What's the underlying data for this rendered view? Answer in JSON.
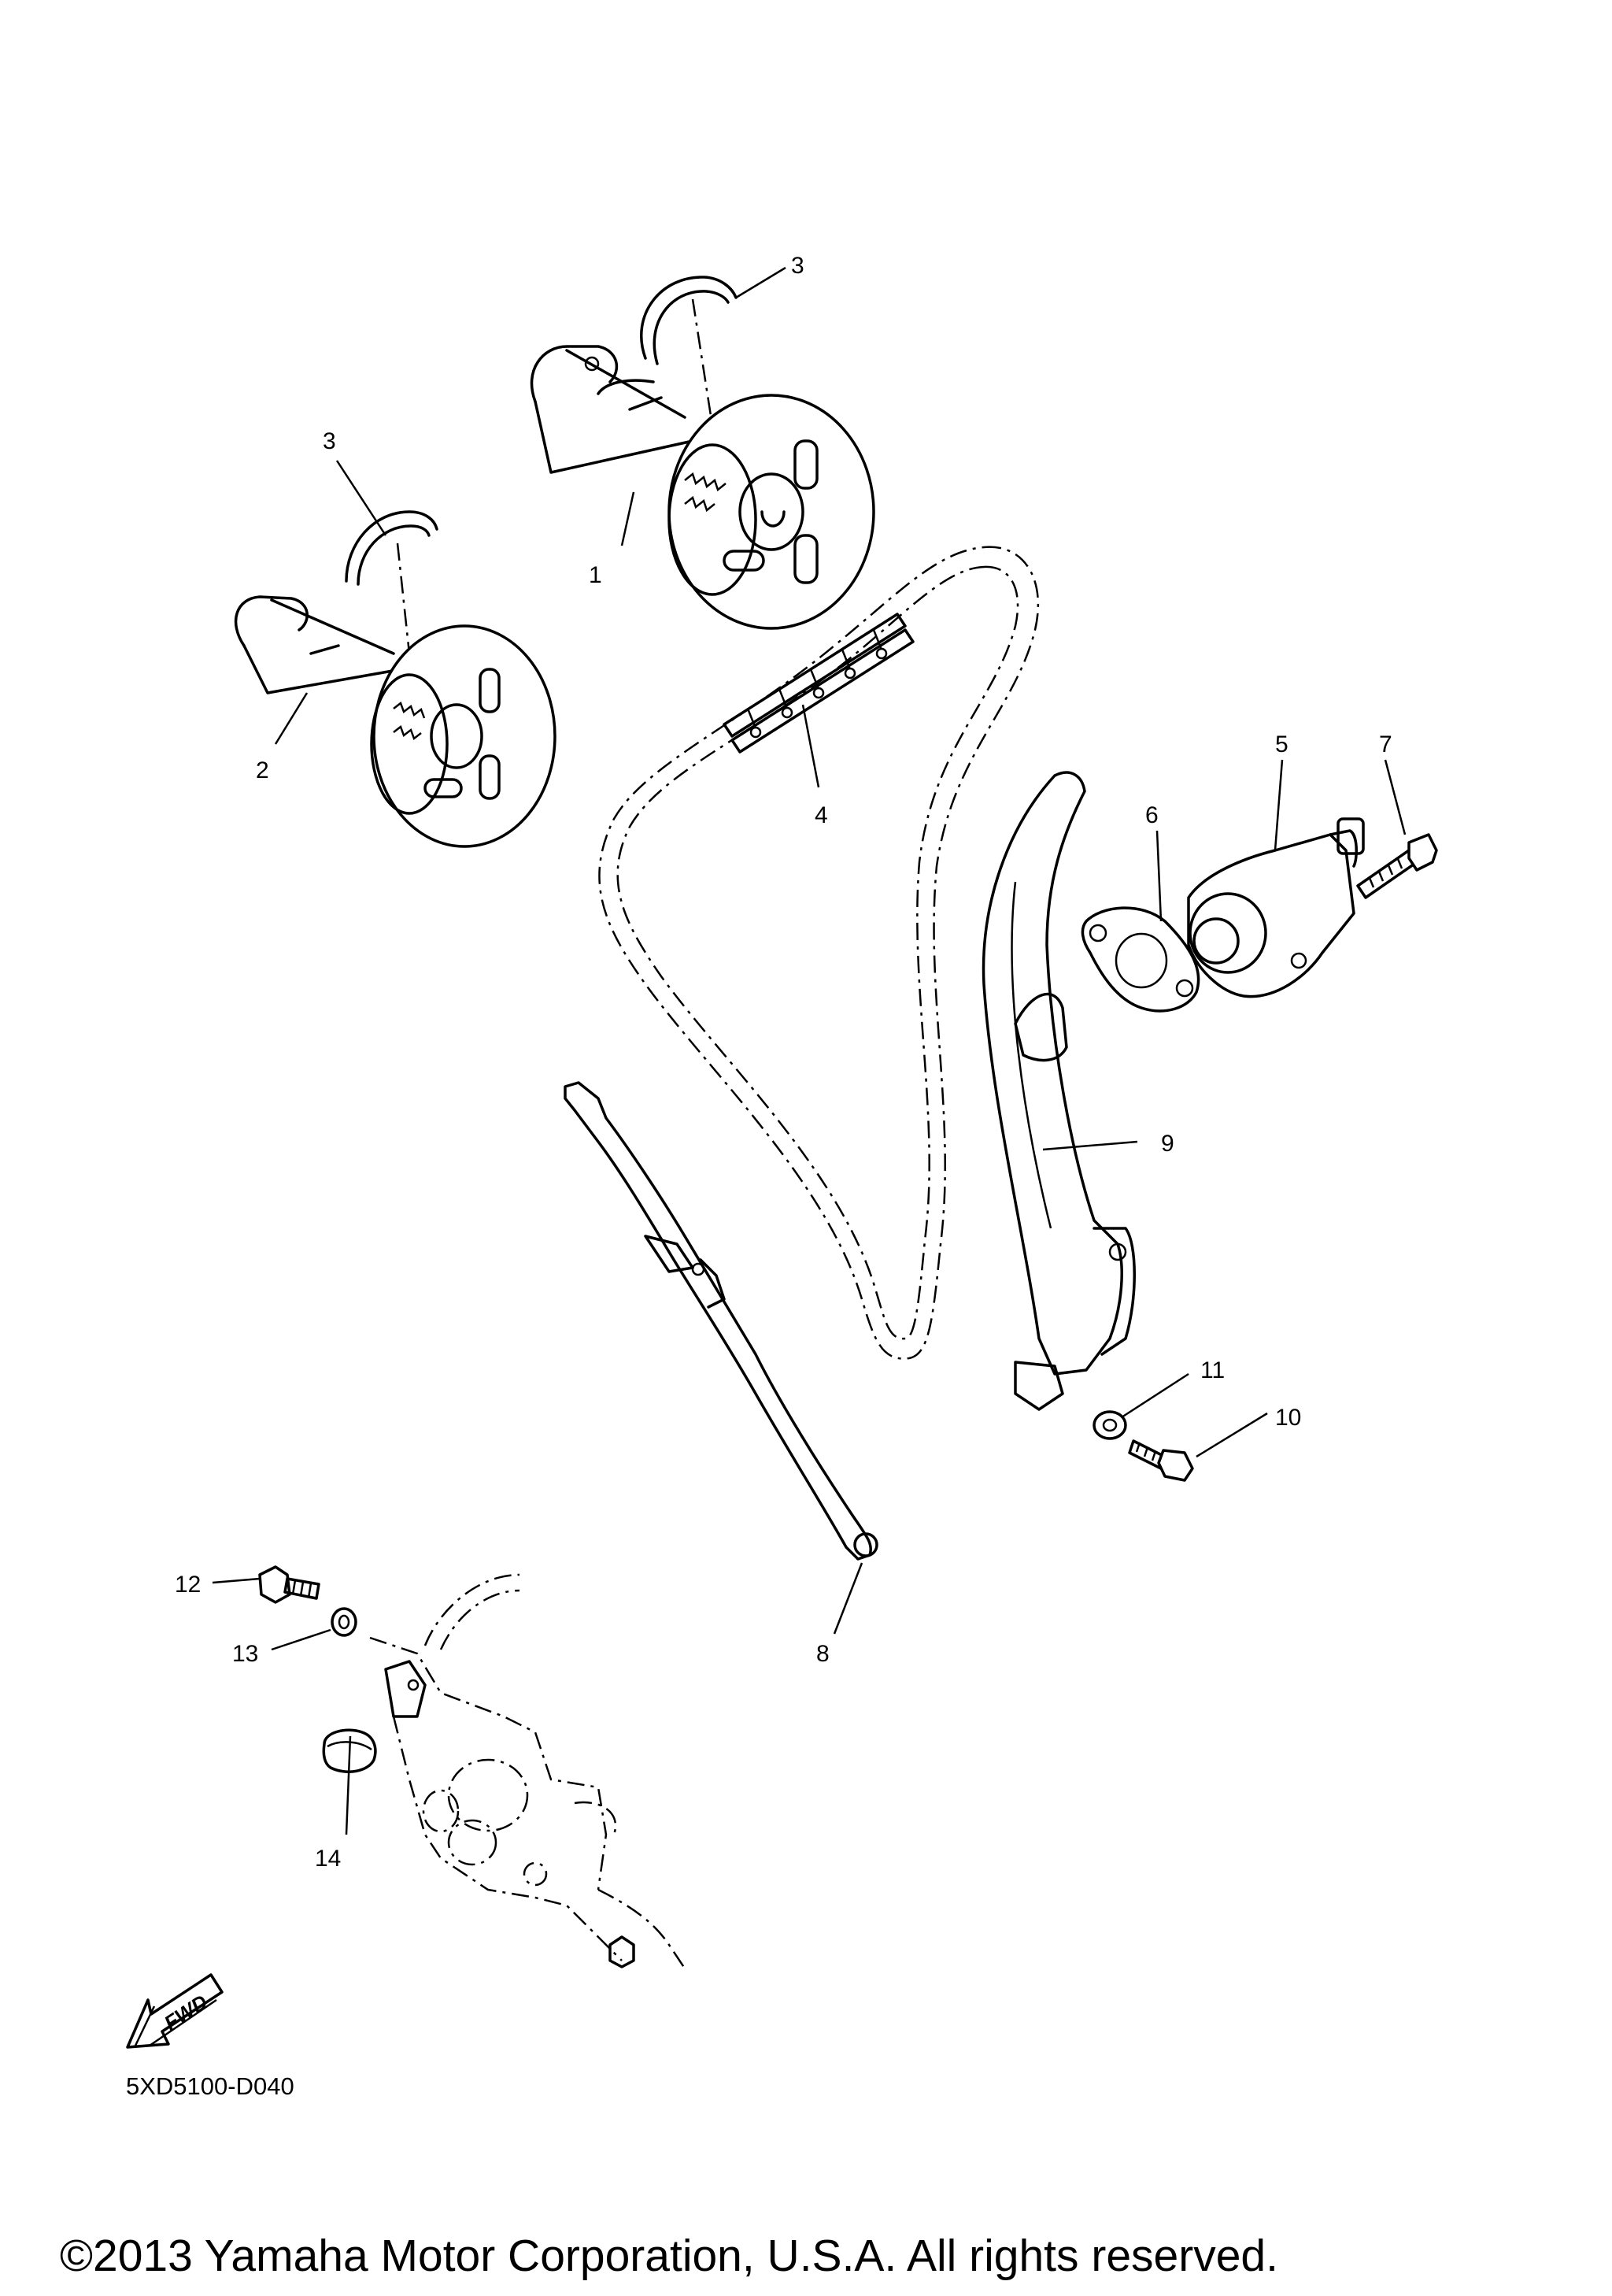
{
  "diagram": {
    "callouts": [
      {
        "id": "c3a",
        "label": "3"
      },
      {
        "id": "c3b",
        "label": "3"
      },
      {
        "id": "c1",
        "label": "1"
      },
      {
        "id": "c2",
        "label": "2"
      },
      {
        "id": "c4",
        "label": "4"
      },
      {
        "id": "c5",
        "label": "5"
      },
      {
        "id": "c6",
        "label": "6"
      },
      {
        "id": "c7",
        "label": "7"
      },
      {
        "id": "c9",
        "label": "9"
      },
      {
        "id": "c11",
        "label": "11"
      },
      {
        "id": "c10",
        "label": "10"
      },
      {
        "id": "c12",
        "label": "12"
      },
      {
        "id": "c13",
        "label": "13"
      },
      {
        "id": "c8",
        "label": "8"
      },
      {
        "id": "c14",
        "label": "14"
      }
    ],
    "fwd_label": "FWD",
    "diagram_code": "5XD5100-D040"
  },
  "footer": {
    "copyright": "©2013 Yamaha Motor Corporation, U.S.A. All rights reserved."
  }
}
